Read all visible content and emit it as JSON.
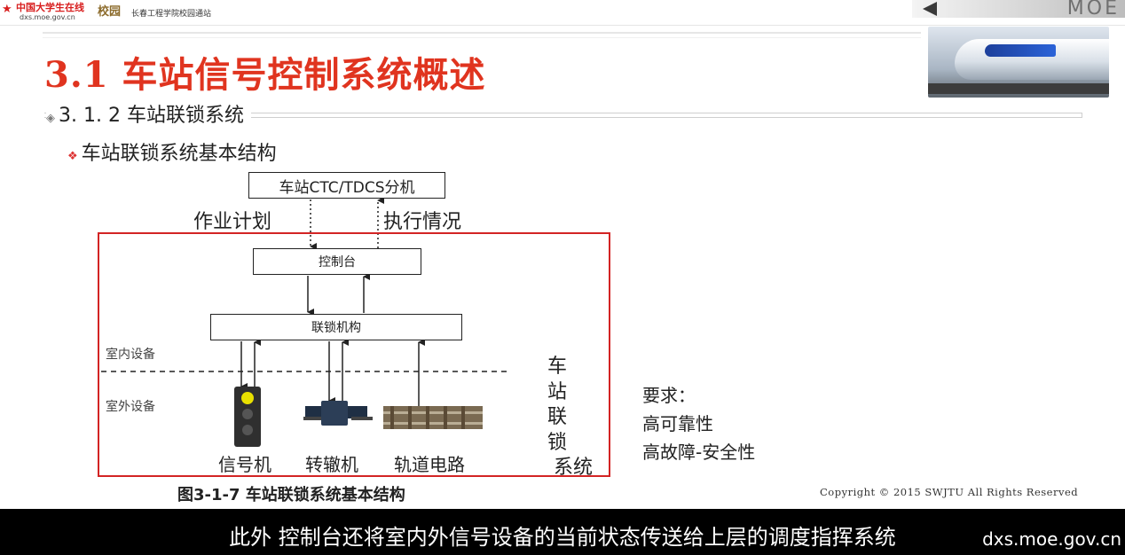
{
  "header": {
    "brand": "中国大学生在线",
    "brand_url": "dxs.moe.gov.cn",
    "badge": "校园",
    "school": "长春工程学院校园通站",
    "watermark": "MOE"
  },
  "slide": {
    "title": "3.1 车站信号控制系统概述",
    "section": "3. 1. 2  车站联锁系统",
    "point": "车站联锁系统基本结构",
    "diagram": {
      "ctc_box": "车站CTC/TDCS分机",
      "plan_label": "作业计划",
      "exec_label": "执行情况",
      "console_box": "控制台",
      "interlock_box": "联锁机构",
      "indoor_label": "室内设备",
      "outdoor_label": "室外设备",
      "equipment": [
        "信号机",
        "转辙机",
        "轨道电路"
      ],
      "side_text": [
        "车",
        "站",
        "联",
        "锁",
        "系统"
      ]
    },
    "requirements": {
      "heading": "要求：",
      "items": [
        "高可靠性",
        "高故障-安全性"
      ]
    },
    "caption": "图3-1-7 车站联锁系统基本结构",
    "copyright": "Copyright © 2015 SWJTU All Rights Reserved"
  },
  "subtitle": "此外 控制台还将室内外信号设备的当前状态传送给上层的调度指挥系统",
  "footer_site": "dxs.moe.gov.cn",
  "colors": {
    "title_red": "#e0341f",
    "frame_red": "#d32424"
  }
}
